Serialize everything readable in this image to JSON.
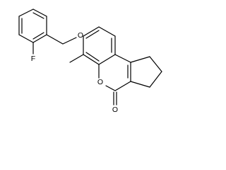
{
  "structure": {
    "atoms": {
      "fluorine": "F",
      "ether_oxygen": "O",
      "ring_oxygen": "O",
      "carbonyl_oxygen": "O"
    },
    "colors": {
      "bond": "#000000",
      "label": "#000000",
      "background": "#ffffff"
    }
  }
}
